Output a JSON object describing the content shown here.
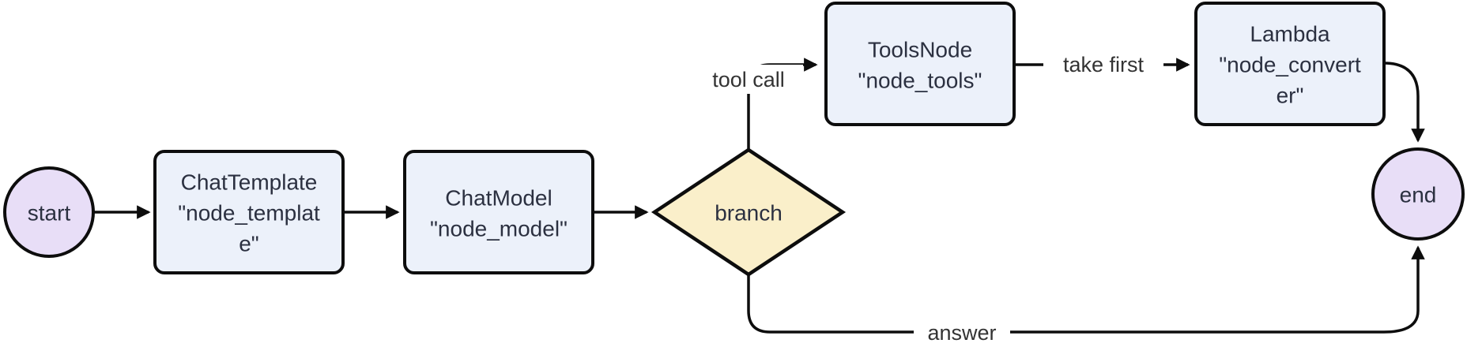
{
  "diagram": {
    "type": "flowchart",
    "direction": "left-to-right",
    "colors": {
      "background": "#ffffff",
      "stroke": "#0d0d0d",
      "node_text": "#2b3040",
      "edge_label_text": "#333333",
      "terminal_fill": "#e8def7",
      "process_fill": "#ecf1fa",
      "decision_fill": "#faefca"
    },
    "nodes": {
      "start": {
        "shape": "circle",
        "label": "start",
        "fill": "#e8def7"
      },
      "chat_template": {
        "shape": "rect",
        "lines": [
          "ChatTemplate",
          "\"node_templat",
          "e\""
        ],
        "fill": "#ecf1fa"
      },
      "chat_model": {
        "shape": "rect",
        "lines": [
          "ChatModel",
          "\"node_model\""
        ],
        "fill": "#ecf1fa"
      },
      "branch": {
        "shape": "diamond",
        "label": "branch",
        "fill": "#faefca"
      },
      "tools_node": {
        "shape": "rect",
        "lines": [
          "ToolsNode",
          "\"node_tools\""
        ],
        "fill": "#ecf1fa"
      },
      "lambda": {
        "shape": "rect",
        "lines": [
          "Lambda",
          "\"node_convert",
          "er\""
        ],
        "fill": "#ecf1fa"
      },
      "end": {
        "shape": "circle",
        "label": "end",
        "fill": "#e8def7"
      }
    },
    "edges": [
      {
        "from": "start",
        "to": "chat_template",
        "label": ""
      },
      {
        "from": "chat_template",
        "to": "chat_model",
        "label": ""
      },
      {
        "from": "chat_model",
        "to": "branch",
        "label": ""
      },
      {
        "from": "branch",
        "to": "tools_node",
        "label": "tool call"
      },
      {
        "from": "tools_node",
        "to": "lambda",
        "label": "take first"
      },
      {
        "from": "lambda",
        "to": "end",
        "label": ""
      },
      {
        "from": "branch",
        "to": "end",
        "label": "answer"
      }
    ]
  }
}
